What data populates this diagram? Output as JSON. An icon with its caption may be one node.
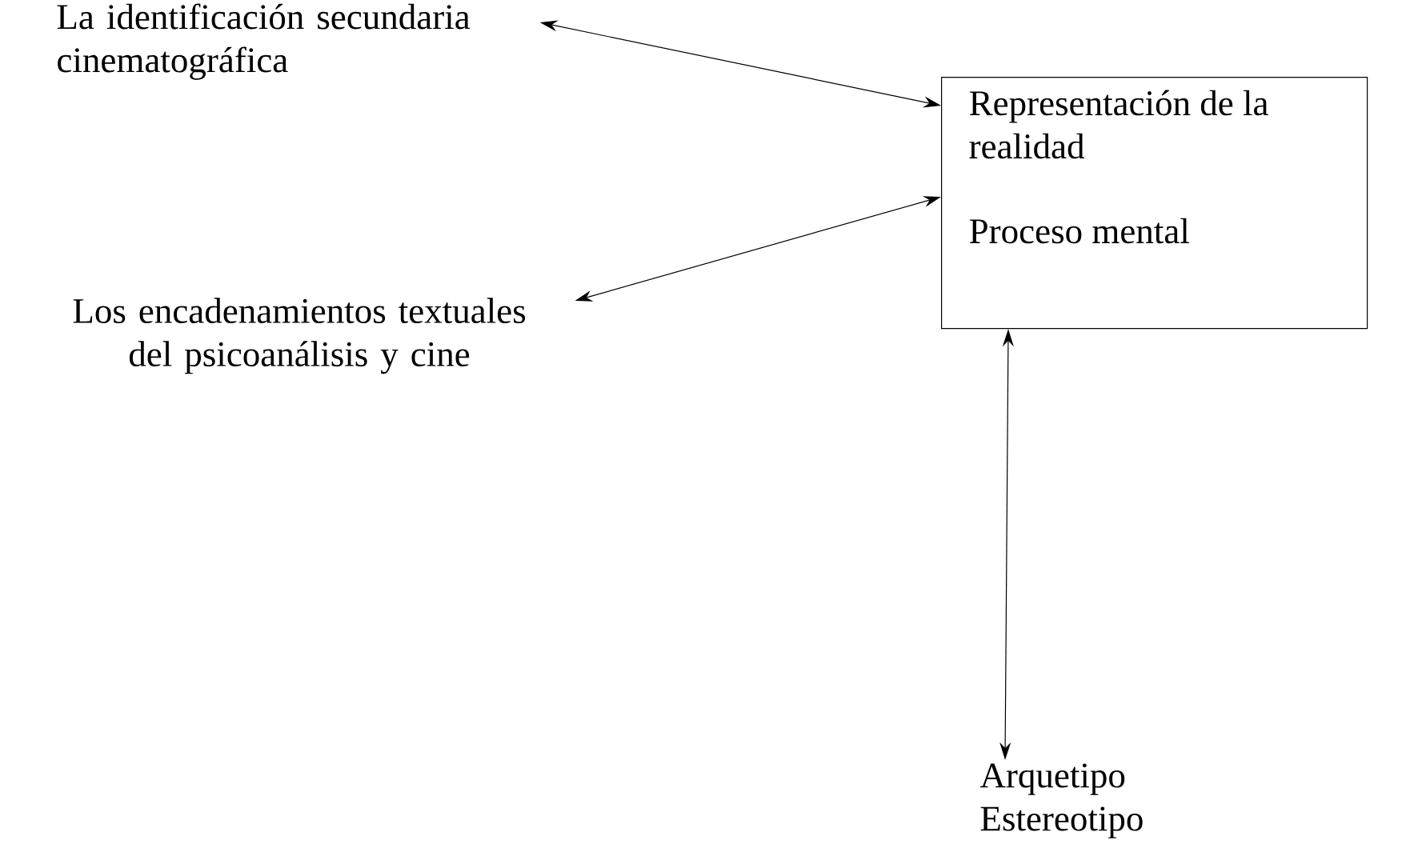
{
  "diagram": {
    "nodes": [
      {
        "text": [
          "La identificación secundaria cinematográfica"
        ]
      },
      {
        "text": [
          "Representación de la realidad",
          "Proceso mental"
        ]
      },
      {
        "text": [
          "Los encadenamientos textuales del psicoanálisis y cine"
        ]
      },
      {
        "text": [
          "Arquetipo Estereotipo"
        ]
      }
    ],
    "edges": [
      {
        "from": 0,
        "to": 1,
        "arrow": "both"
      },
      {
        "from": 2,
        "to": 1,
        "arrow": "both"
      },
      {
        "from": 1,
        "to": 3,
        "arrow": "both"
      }
    ]
  }
}
